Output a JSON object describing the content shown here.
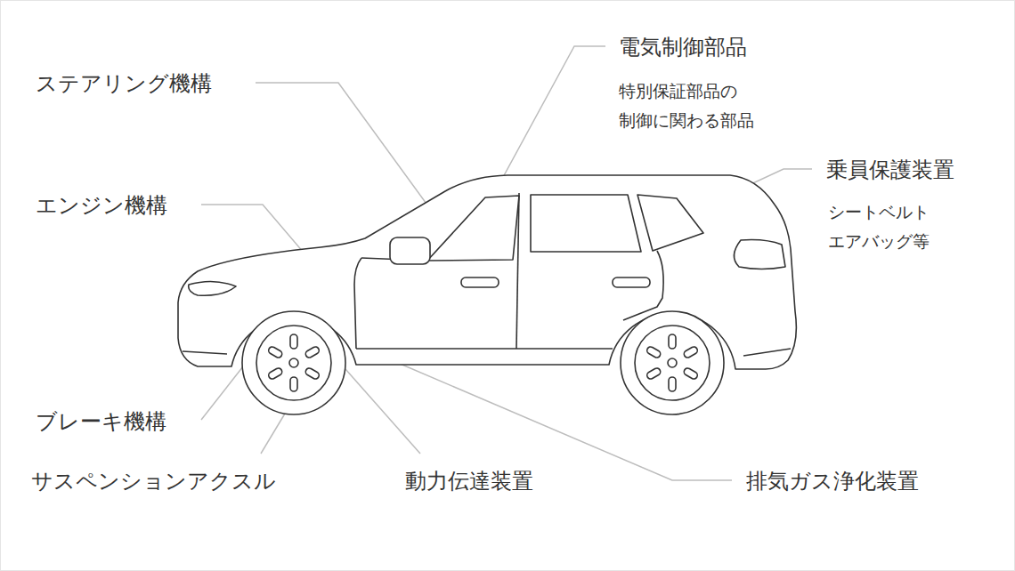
{
  "diagram": {
    "labels": [
      "ステアリング機構",
      "電気制御部品",
      "特別保証部品の 制御に関わる部品",
      "乗員保護装置",
      "シートベルト エアバッグ等",
      "エンジン機構",
      "ブレーキ機構",
      "サスペンションアクスル",
      "動力伝達装置",
      "排気ガス浄化装置"
    ]
  }
}
